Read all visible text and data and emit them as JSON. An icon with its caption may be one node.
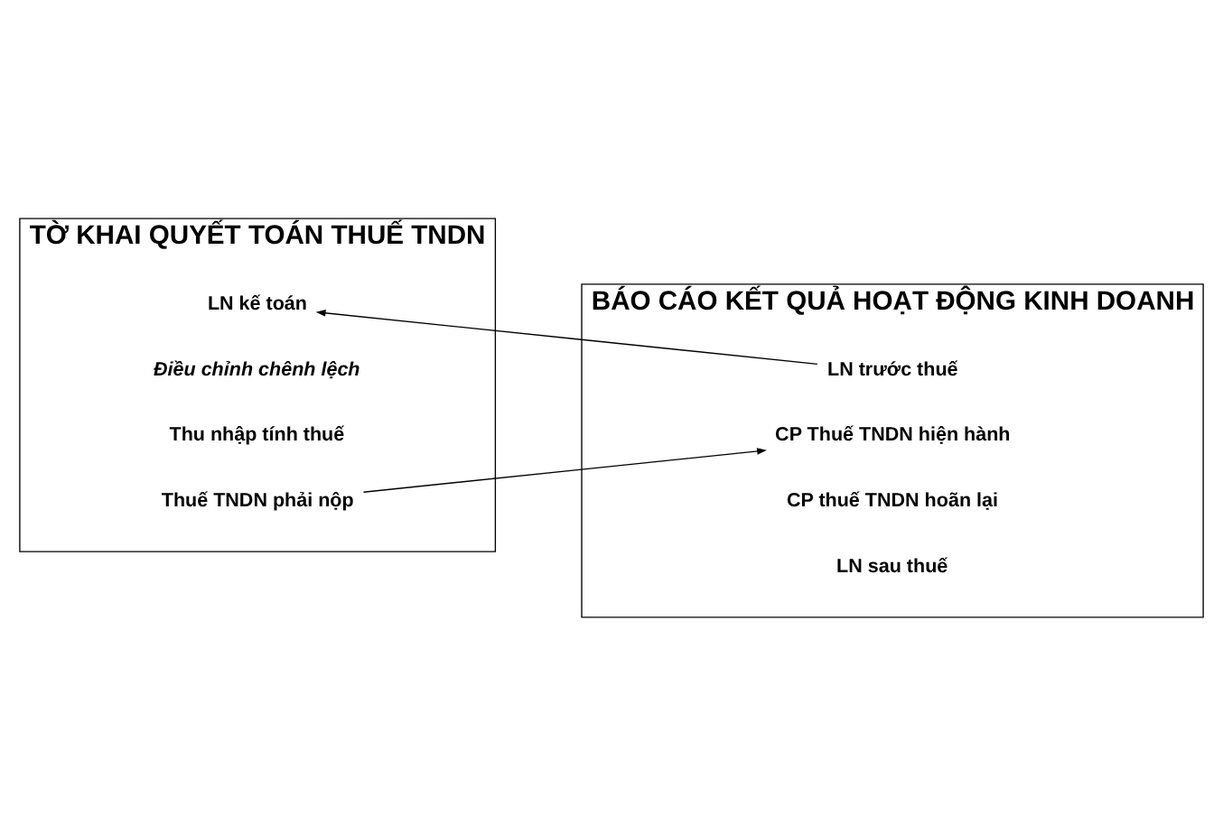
{
  "diagram": {
    "nodes": [
      {
        "text": [
          "TỜ KHAI QUYẾT TOÁN THUẾ TNDN"
        ]
      },
      {
        "text": [
          "LN kế toán"
        ],
        "in": 0
      },
      {
        "text": [
          "Điều chỉnh chênh lệch"
        ],
        "in": 0
      },
      {
        "text": [
          "Thu nhập tính thuế"
        ],
        "in": 0
      },
      {
        "text": [
          "Thuế TNDN phải nộp"
        ],
        "in": 0
      },
      {
        "text": [
          "BÁO CÁO KẾT QUẢ HOẠT ĐỘNG KINH DOANH"
        ]
      },
      {
        "text": [
          "LN trước thuế"
        ],
        "in": 5
      },
      {
        "text": [
          "CP Thuế TNDN hiện hành"
        ],
        "in": 5
      },
      {
        "text": [
          "CP thuế TNDN hoãn lại"
        ],
        "in": 5
      },
      {
        "text": [
          "LN sau thuế"
        ],
        "in": 5
      }
    ],
    "edges": [
      {
        "from": 6,
        "to": 1,
        "arrow": "to"
      },
      {
        "from": 4,
        "to": 7,
        "arrow": "to"
      }
    ]
  }
}
